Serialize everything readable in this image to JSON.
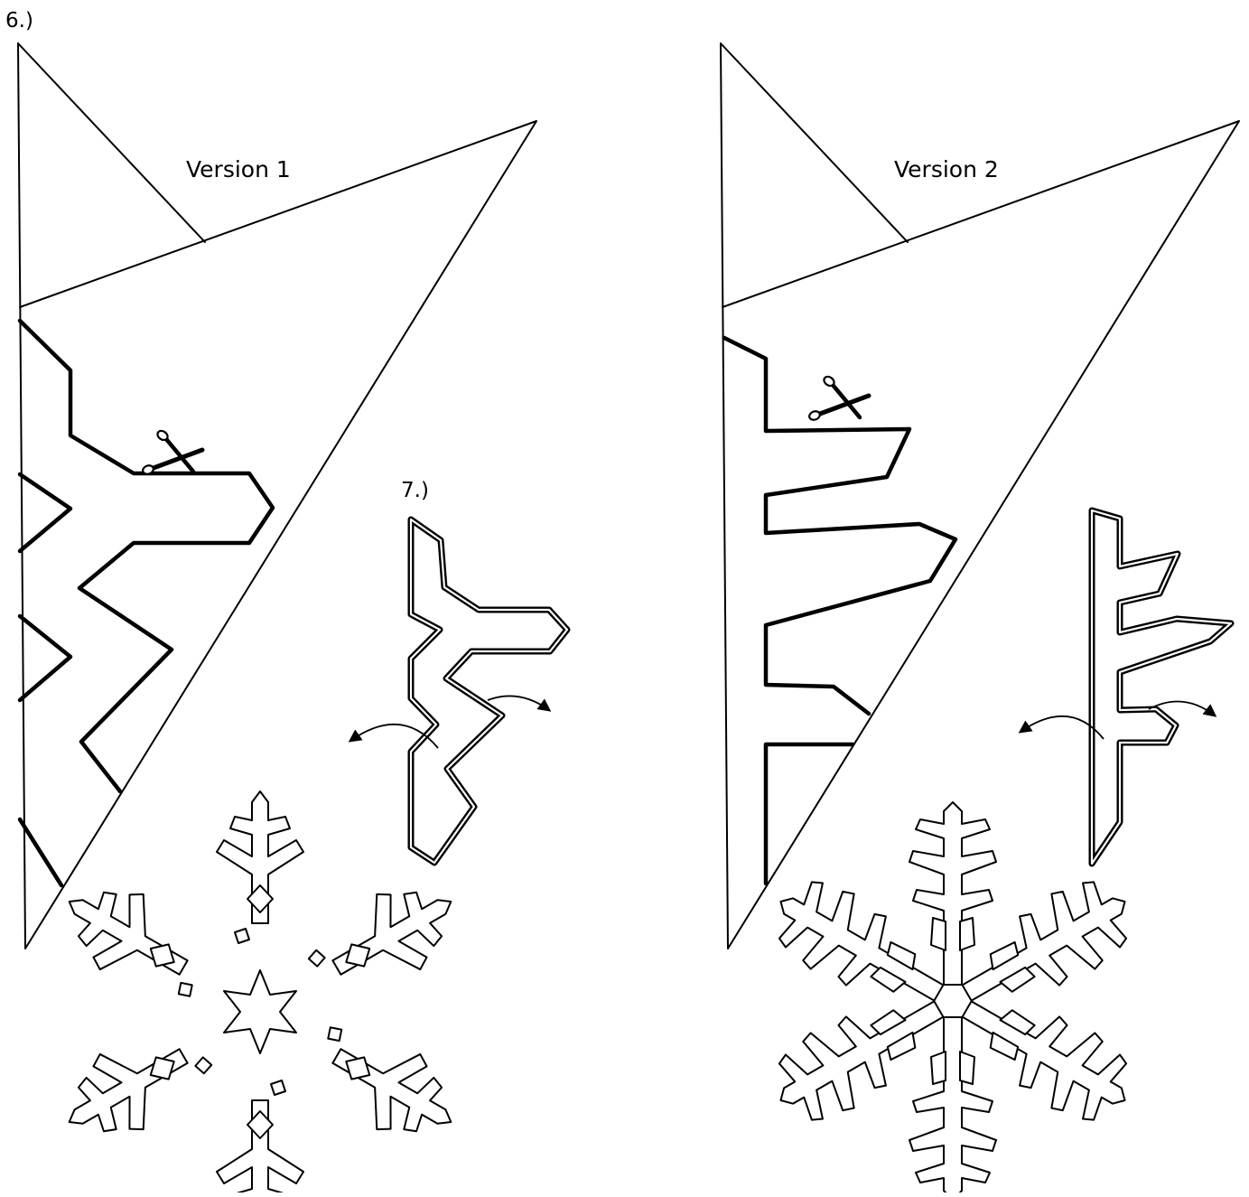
{
  "labels": {
    "step6": "6.)",
    "step7": "7.)",
    "version1": "Version 1",
    "version2": "Version 2"
  },
  "icons": [
    "scissors-icon",
    "curved-arrow-left-icon",
    "curved-arrow-right-icon"
  ],
  "colors": {
    "line": "#000000",
    "background": "#ffffff"
  }
}
